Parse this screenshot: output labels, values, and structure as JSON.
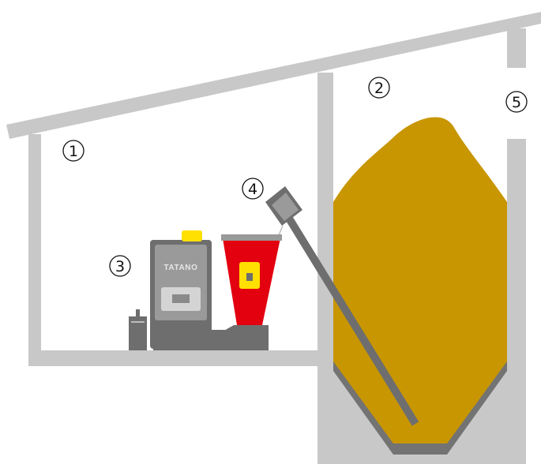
{
  "markers": {
    "m1": "1",
    "m2": "2",
    "m3": "3",
    "m4": "4",
    "m5": "5"
  },
  "boiler": {
    "brand": "TATANO"
  },
  "colors": {
    "structure": "#c8c8c8",
    "pellets": "#c89600",
    "boiler_dark": "#6e6e6e",
    "boiler_light": "#9a9a9a",
    "hopper": "#e3000f",
    "indicator": "#ffe000"
  }
}
